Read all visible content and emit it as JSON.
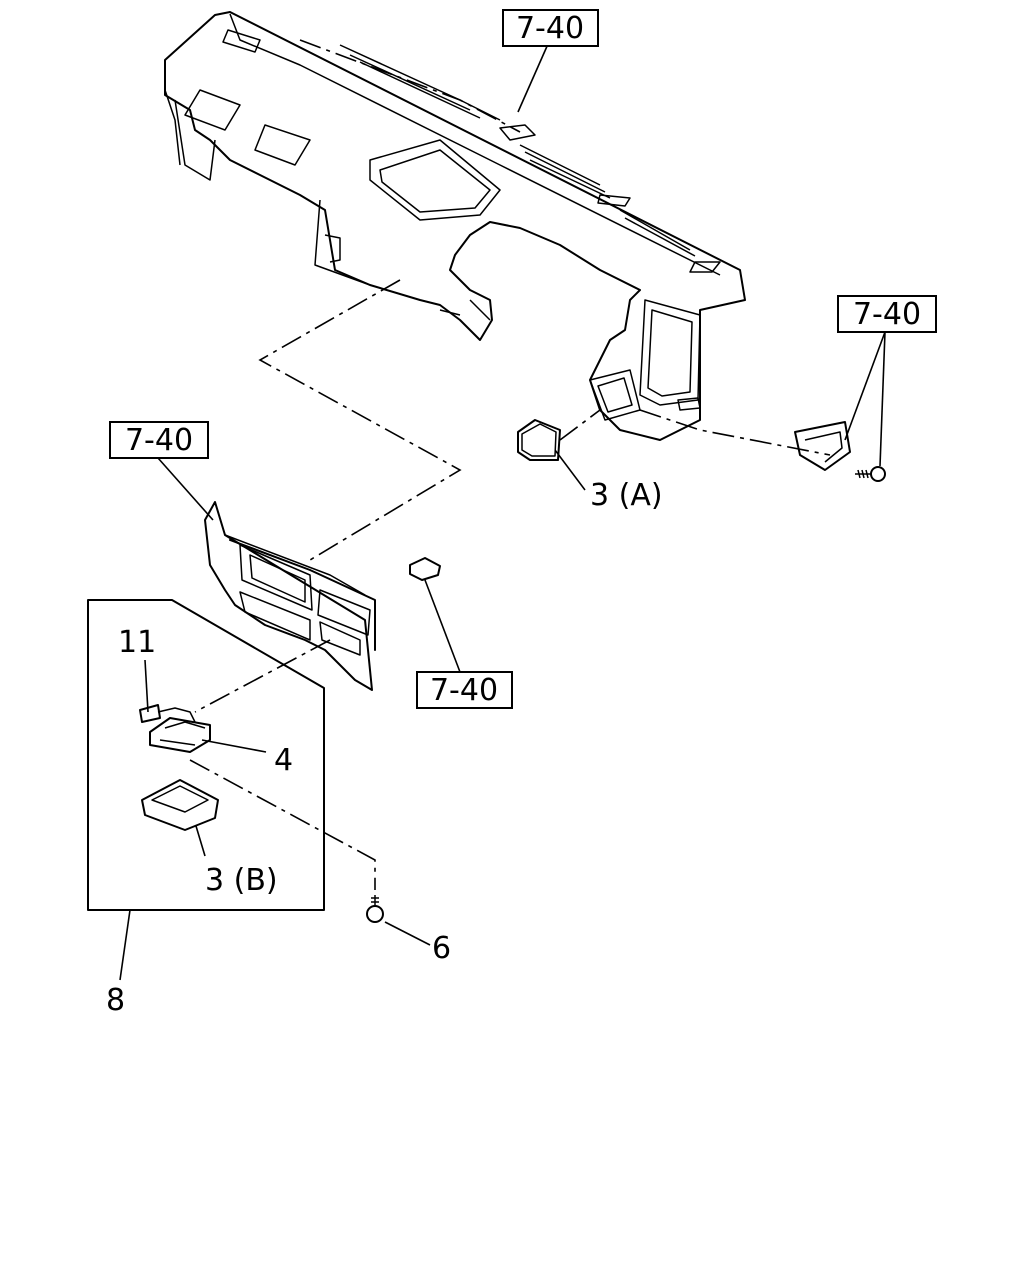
{
  "diagram": {
    "references": [
      {
        "id": "ref-top",
        "text": "7-40"
      },
      {
        "id": "ref-right",
        "text": "7-40"
      },
      {
        "id": "ref-left",
        "text": "7-40"
      },
      {
        "id": "ref-bracket",
        "text": "7-40"
      }
    ],
    "callouts": [
      {
        "id": "callout-3a",
        "text": "3 (A)"
      },
      {
        "id": "callout-11",
        "text": "11"
      },
      {
        "id": "callout-4",
        "text": "4"
      },
      {
        "id": "callout-3b",
        "text": "3 (B)"
      },
      {
        "id": "callout-6",
        "text": "6"
      },
      {
        "id": "callout-8",
        "text": "8"
      }
    ]
  }
}
